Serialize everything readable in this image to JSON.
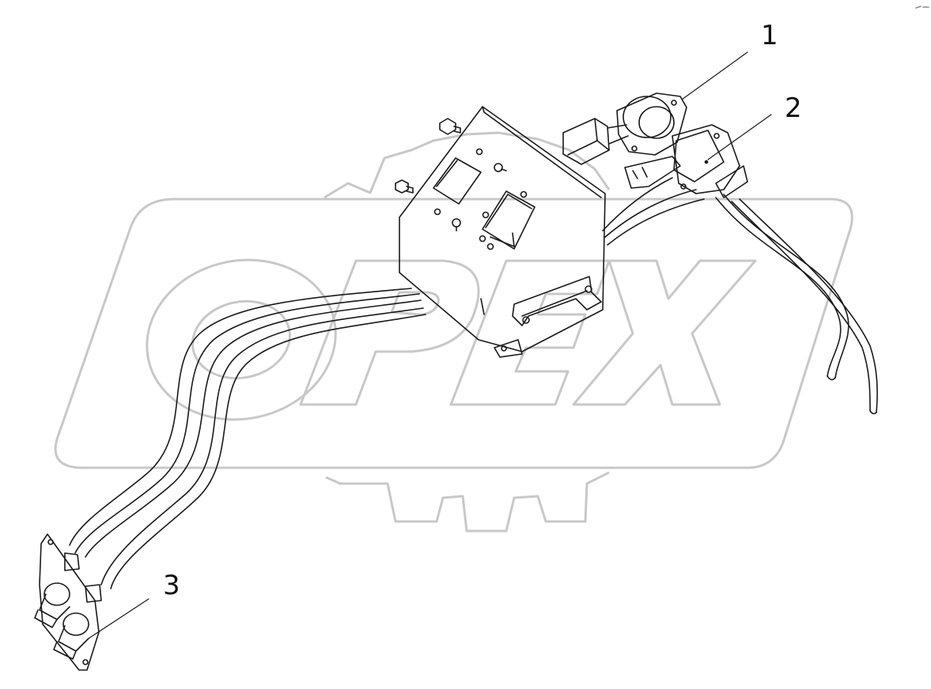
{
  "watermark": {
    "text": "OPEX",
    "color": "#c8c8c8"
  },
  "callouts": [
    {
      "id": "1",
      "label": "1",
      "part": "switch-1"
    },
    {
      "id": "2",
      "label": "2",
      "part": "switch-2"
    },
    {
      "id": "3",
      "label": "3",
      "part": "connector-bracket"
    }
  ],
  "colors": {
    "line": "#1a1a1a",
    "watermark": "#c8c8c8",
    "background": "#ffffff"
  }
}
